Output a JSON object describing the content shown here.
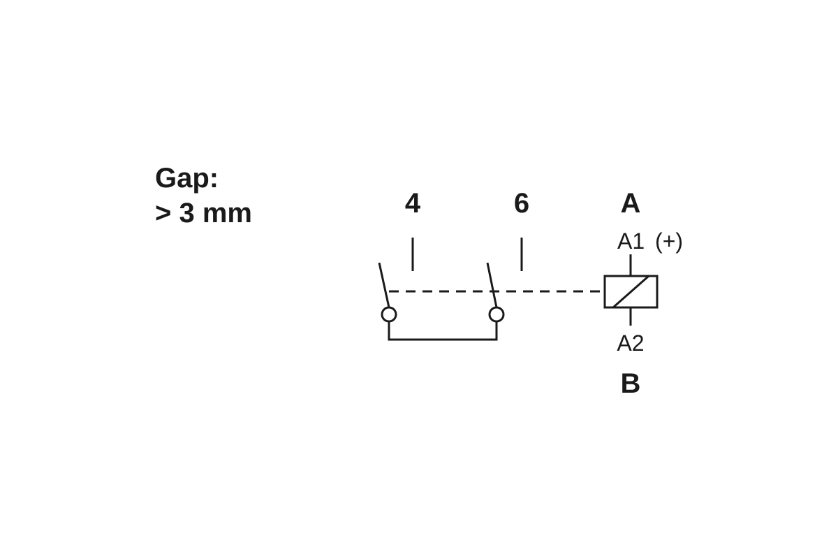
{
  "gap_note": {
    "line1": "Gap:",
    "line2": "> 3 mm"
  },
  "contacts": {
    "terminal_left": "4",
    "terminal_right": "6"
  },
  "coil": {
    "label_top": "A",
    "terminal_top": "A1",
    "polarity": "(+)",
    "terminal_bottom": "A2",
    "label_bottom": "B"
  }
}
